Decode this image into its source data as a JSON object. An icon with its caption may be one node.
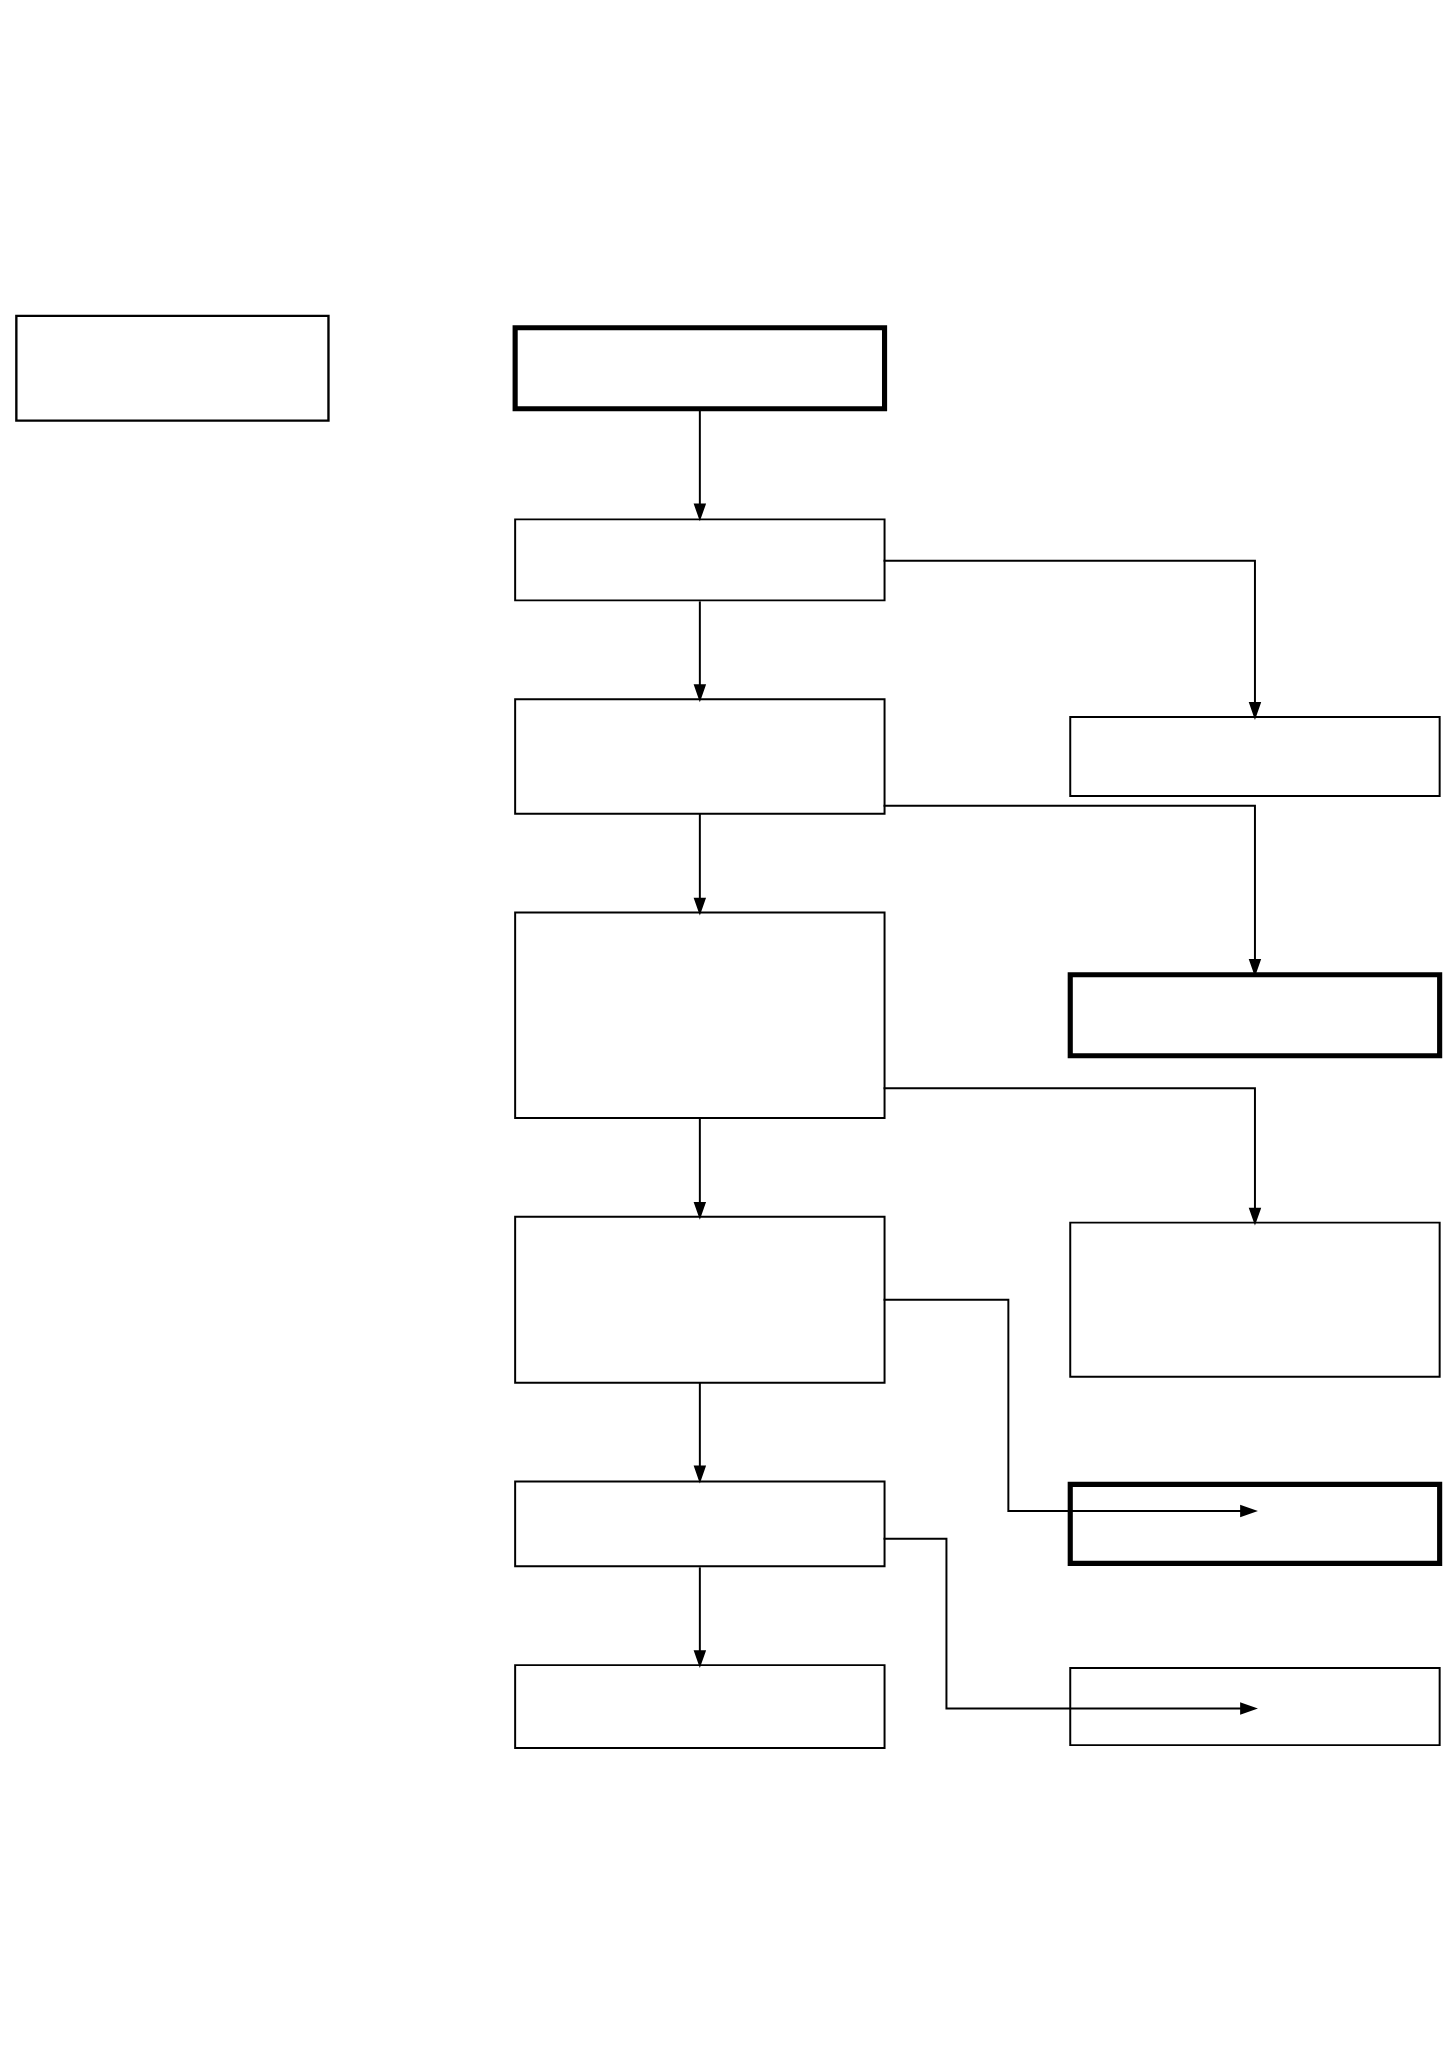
{
  "diagram": {
    "nodes": [
      {
        "text": [],
        "shape": "box"
      },
      {
        "text": [],
        "shape": "box"
      },
      {
        "text": [],
        "shape": "box"
      },
      {
        "text": [],
        "shape": "box"
      },
      {
        "text": [],
        "shape": "box"
      },
      {
        "text": [],
        "shape": "box"
      },
      {
        "text": [],
        "shape": "box"
      },
      {
        "text": [],
        "shape": "box"
      },
      {
        "text": [],
        "shape": "box"
      },
      {
        "text": [],
        "shape": "box"
      },
      {
        "text": [],
        "shape": "box"
      },
      {
        "text": [],
        "shape": "box"
      },
      {
        "text": [],
        "shape": "box"
      }
    ],
    "edges": [
      {
        "from": 1,
        "to": 2,
        "arrow": "to"
      },
      {
        "from": 2,
        "to": 3,
        "arrow": "to"
      },
      {
        "from": 2,
        "to": 4,
        "arrow": "to"
      },
      {
        "from": 4,
        "to": 5,
        "arrow": "to"
      },
      {
        "from": 4,
        "to": 6,
        "arrow": "to"
      },
      {
        "from": 6,
        "to": 7,
        "arrow": "to"
      },
      {
        "from": 6,
        "to": 8,
        "arrow": "to"
      },
      {
        "from": 8,
        "to": 9,
        "arrow": "to"
      },
      {
        "from": 8,
        "to": 10,
        "arrow": "to"
      },
      {
        "from": 10,
        "to": 11,
        "arrow": "to"
      },
      {
        "from": 10,
        "to": 12,
        "arrow": "to"
      }
    ]
  }
}
